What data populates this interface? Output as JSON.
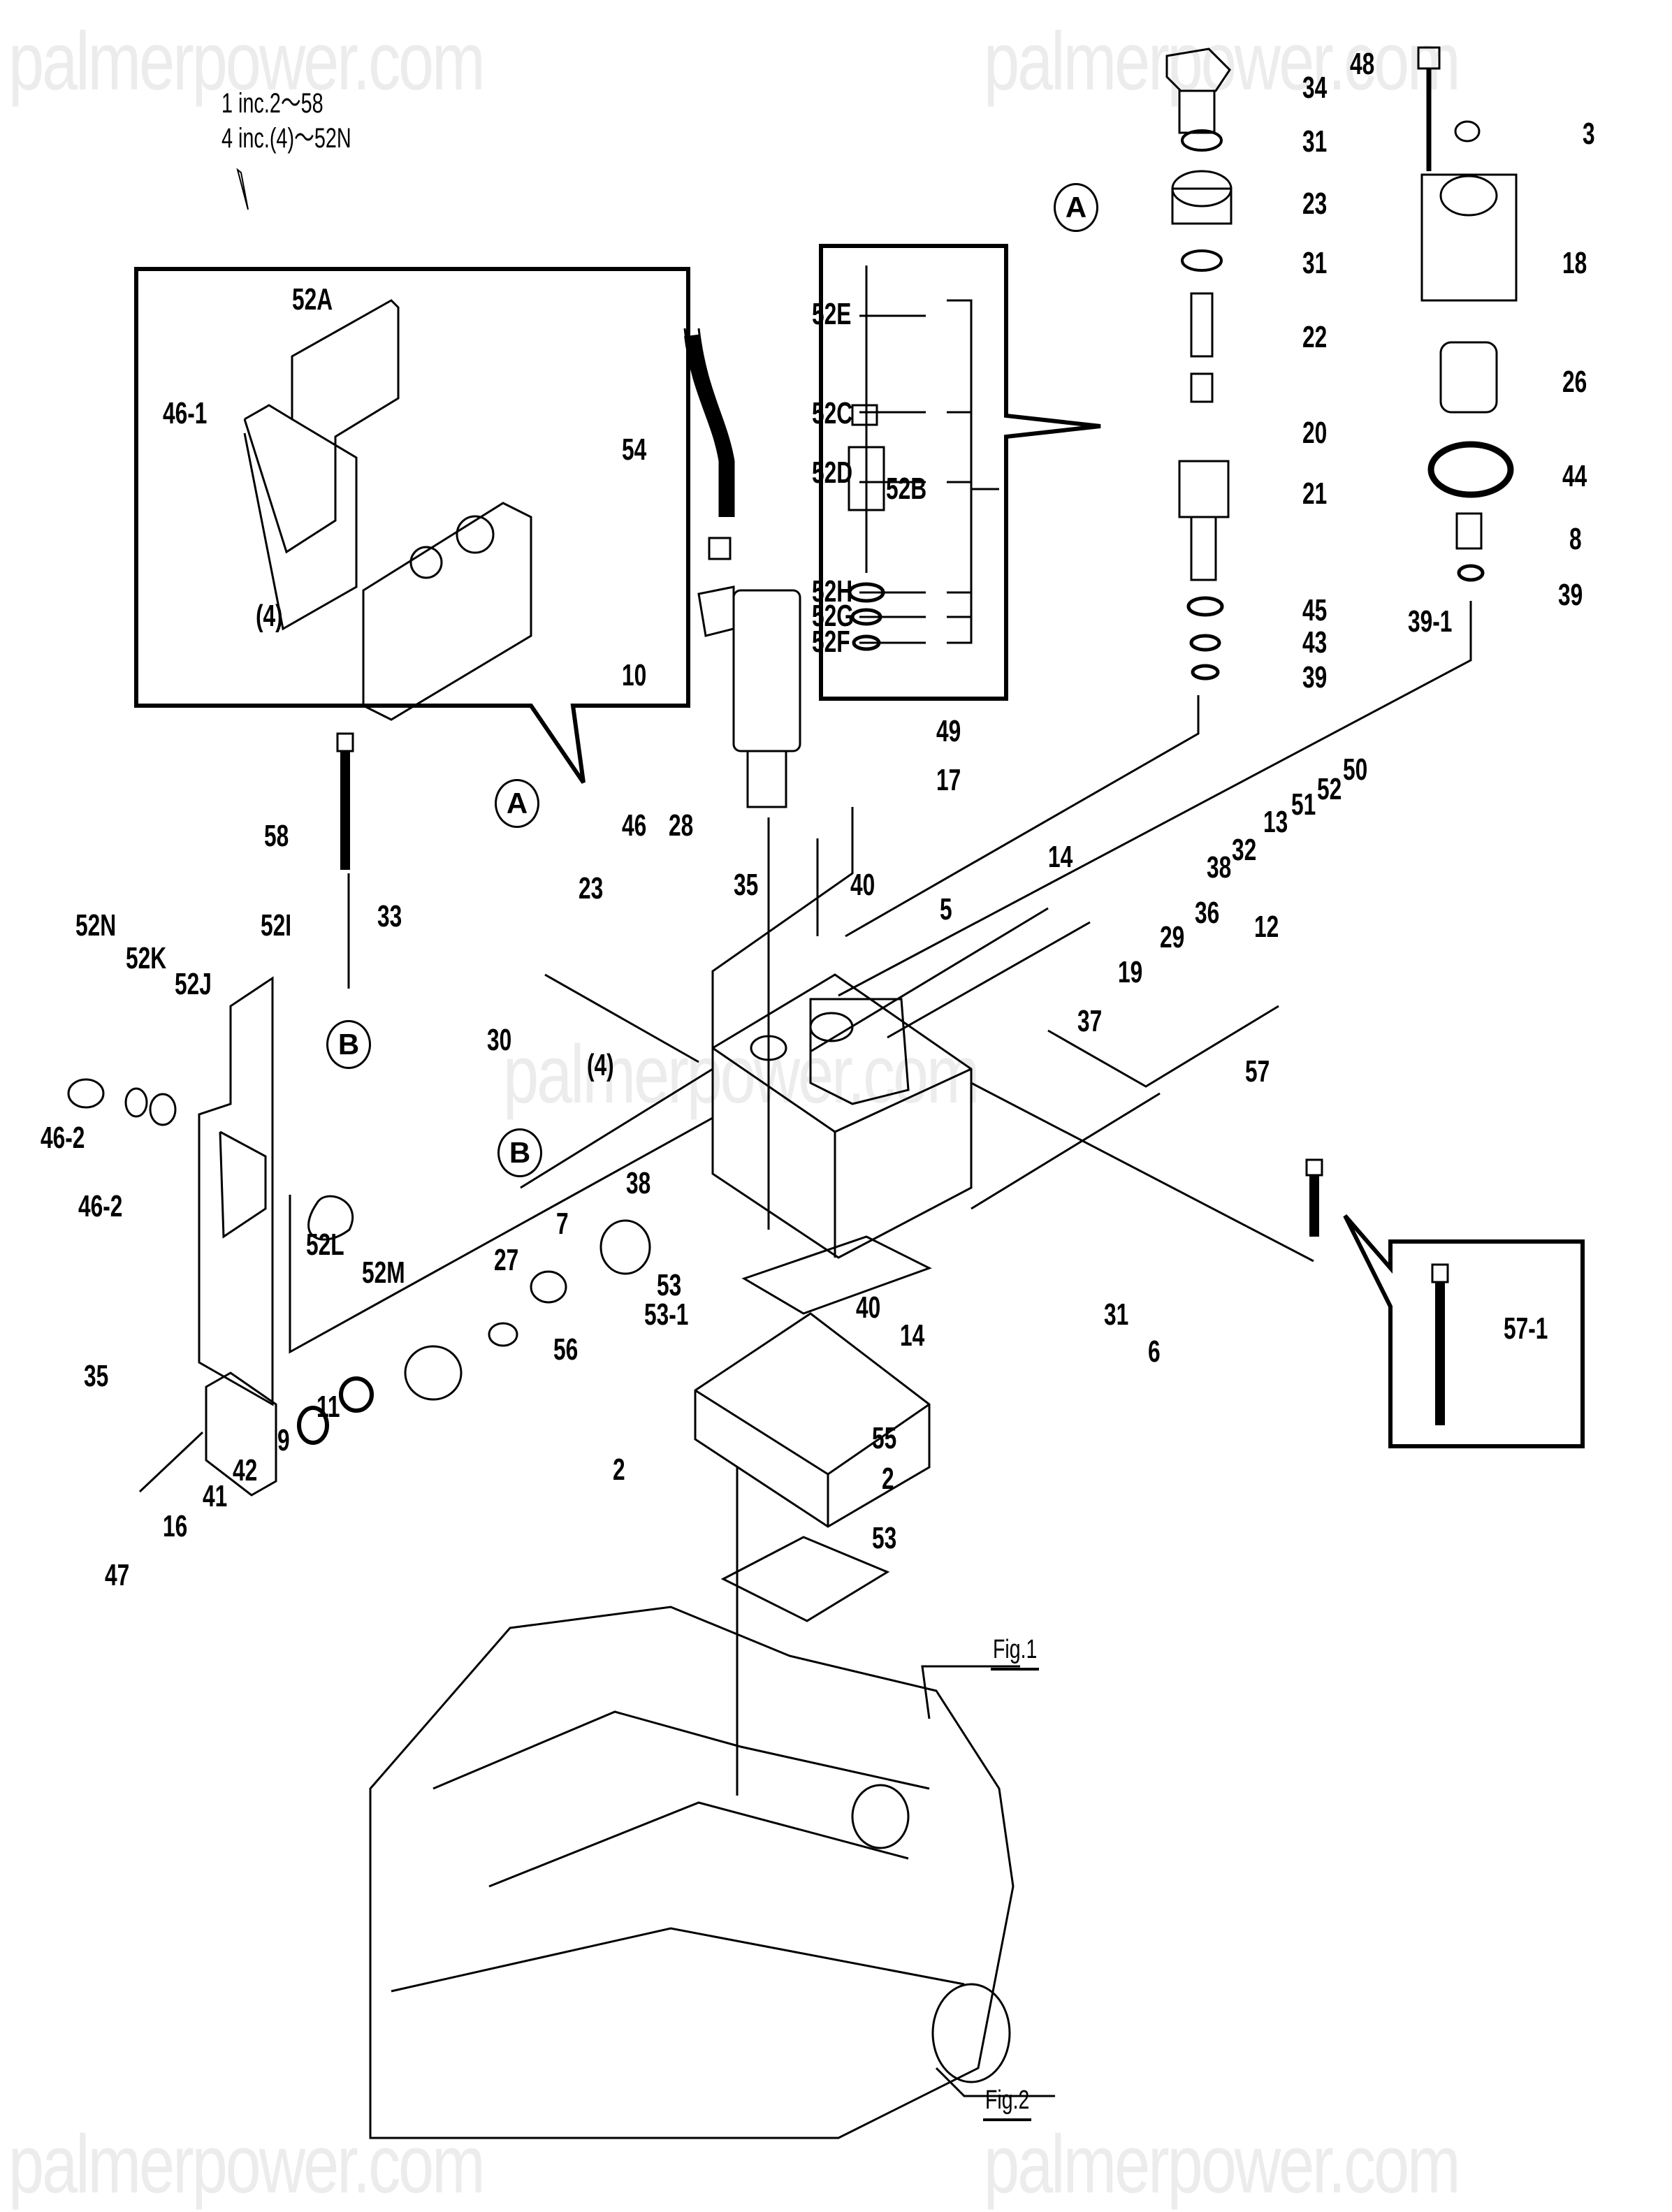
{
  "document": {
    "type": "exploded parts diagram",
    "watermark": "palmerpower.com",
    "notes": [
      "1 inc.2～58",
      "4 inc.(4)～52N"
    ],
    "figure_refs": [
      "Fig.1",
      "Fig.2"
    ],
    "reference_markers": {
      "a": "A",
      "b": "B"
    }
  },
  "inset_52A": {
    "labels": {
      "cover": "52A",
      "bolt": "46-1",
      "body": "(4)"
    }
  },
  "kit_52B": {
    "group_label": "52B",
    "items": [
      "52E",
      "52C",
      "52D",
      "52H",
      "52G",
      "52F"
    ]
  },
  "inset_57": {
    "label": "57-1"
  },
  "callouts": {
    "c34": "34",
    "c31a": "31",
    "c23a": "23",
    "c31b": "31",
    "c22": "22",
    "c20": "20",
    "c21": "21",
    "c45": "45",
    "c43": "43",
    "c39a": "39",
    "c48": "48",
    "c3": "3",
    "c18": "18",
    "c26": "26",
    "c44": "44",
    "c8": "8",
    "c39b": "39",
    "c39_1": "39-1",
    "c54": "54",
    "c10": "10",
    "c49": "49",
    "c17": "17",
    "c58": "58",
    "c33": "33",
    "c23b": "23",
    "c30": "30",
    "c46": "46",
    "c28": "28",
    "c35a": "35",
    "c5": "5",
    "c40a": "40",
    "c14a": "14",
    "c37": "37",
    "c19": "19",
    "c29": "29",
    "c36": "36",
    "c12": "12",
    "c38a": "38",
    "c32": "32",
    "c13": "13",
    "c51": "51",
    "c52": "52",
    "c50": "50",
    "c57": "57",
    "c52N": "52N",
    "c52K": "52K",
    "c52J": "52J",
    "c52I": "52I",
    "c46_2a": "46-2",
    "c46_2b": "46-2",
    "c52L": "52L",
    "c52M": "52M",
    "c4": "(4)",
    "c38b": "38",
    "c7": "7",
    "c27": "27",
    "c53a": "53",
    "c53_1": "53-1",
    "c40b": "40",
    "c14b": "14",
    "c31c": "31",
    "c6": "6",
    "c56": "56",
    "c11": "11",
    "c9": "9",
    "c35b": "35",
    "c42": "42",
    "c41": "41",
    "c16": "16",
    "c47": "47",
    "c55": "55",
    "c2a": "2",
    "c2b": "2",
    "c53b": "53"
  }
}
